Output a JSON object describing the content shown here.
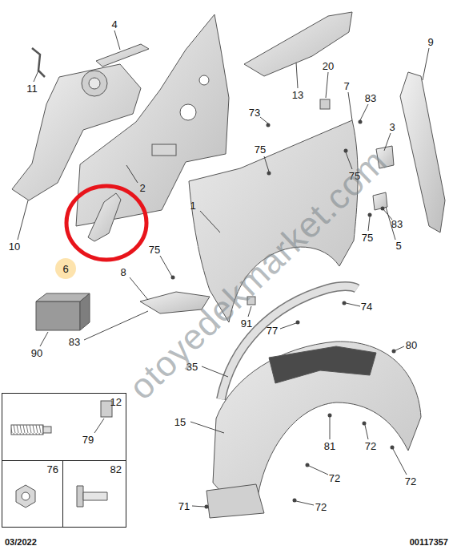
{
  "diagram": {
    "nodes": [
      {
        "text": [
          "12"
        ]
      },
      {
        "text": [
          "76"
        ]
      },
      {
        "text": [
          "82"
        ]
      }
    ],
    "labels": [
      "11",
      "4",
      "13",
      "20",
      "9",
      "6",
      "7",
      "83",
      "73",
      "75",
      "3",
      "75",
      "10",
      "2",
      "1",
      "83",
      "75",
      "5",
      "75",
      "8",
      "91",
      "74",
      "90",
      "83",
      "77",
      "35",
      "80",
      "15",
      "81",
      "72",
      "79",
      "72",
      "72",
      "71",
      "72",
      "03/2022",
      "00117357",
      "otoyedekmarket.com"
    ]
  }
}
